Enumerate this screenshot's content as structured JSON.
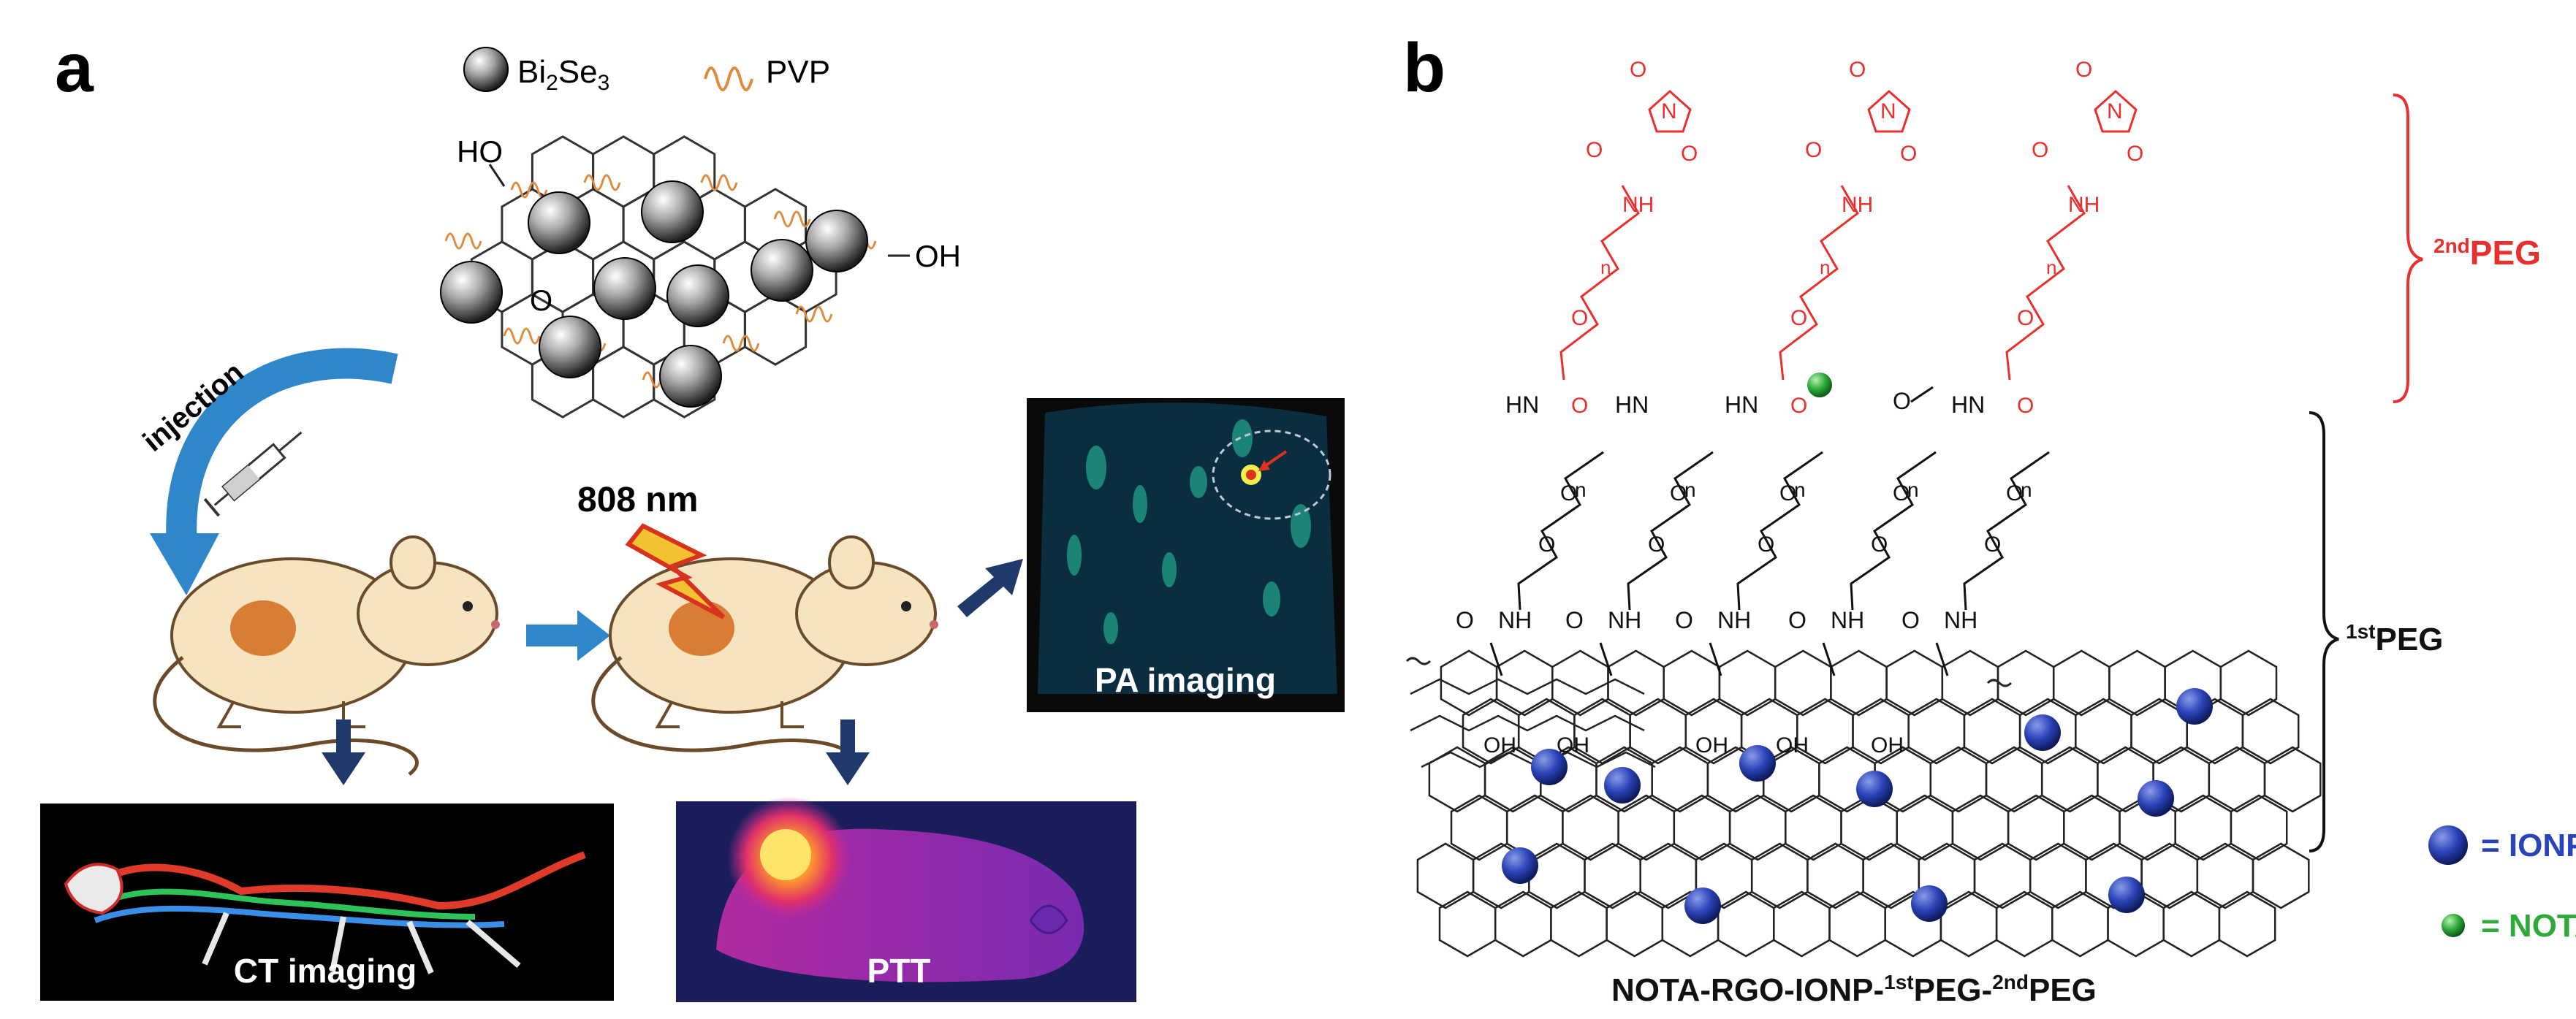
{
  "colors": {
    "red": "#e8302e",
    "blue": "#2a43b8",
    "green": "#2eaa3a",
    "black": "#111111",
    "pvp": "#e08a3c",
    "arrow_blue": "#2f86c9",
    "arrow_dark": "#1f3a6a",
    "mouse_body": "#f6e3bf",
    "tumor": "#d97c34"
  },
  "panel_a": {
    "label": "a",
    "legend_bi2se3_prefix": "Bi",
    "legend_bi2se3_sub1": "2",
    "legend_bi2se3_mid": "Se",
    "legend_bi2se3_sub2": "3",
    "legend_pvp": "PVP",
    "group_ho": "HO",
    "group_oh": "OH",
    "group_o": "O",
    "injection": "injection",
    "laser": "808 nm",
    "ct_caption": "CT imaging",
    "ptt_caption": "PTT",
    "pa_caption": "PA imaging"
  },
  "panel_b": {
    "label": "b",
    "label_2nd_sup": "2nd",
    "label_2nd": "PEG",
    "label_1st_sup": "1st",
    "label_1st": "PEG",
    "ionp_legend": "= IONP",
    "nota_legend": "= NOTA",
    "caption_pre": "NOTA-RGO-IONP-",
    "caption_sup1": "1st",
    "caption_mid": "PEG-",
    "caption_sup2": "2nd",
    "caption_post": "PEG",
    "atom_O": "O",
    "atom_N": "N",
    "atom_NH": "NH",
    "atom_HN": "HN",
    "atom_OH": "OH",
    "atom_n": "n"
  }
}
